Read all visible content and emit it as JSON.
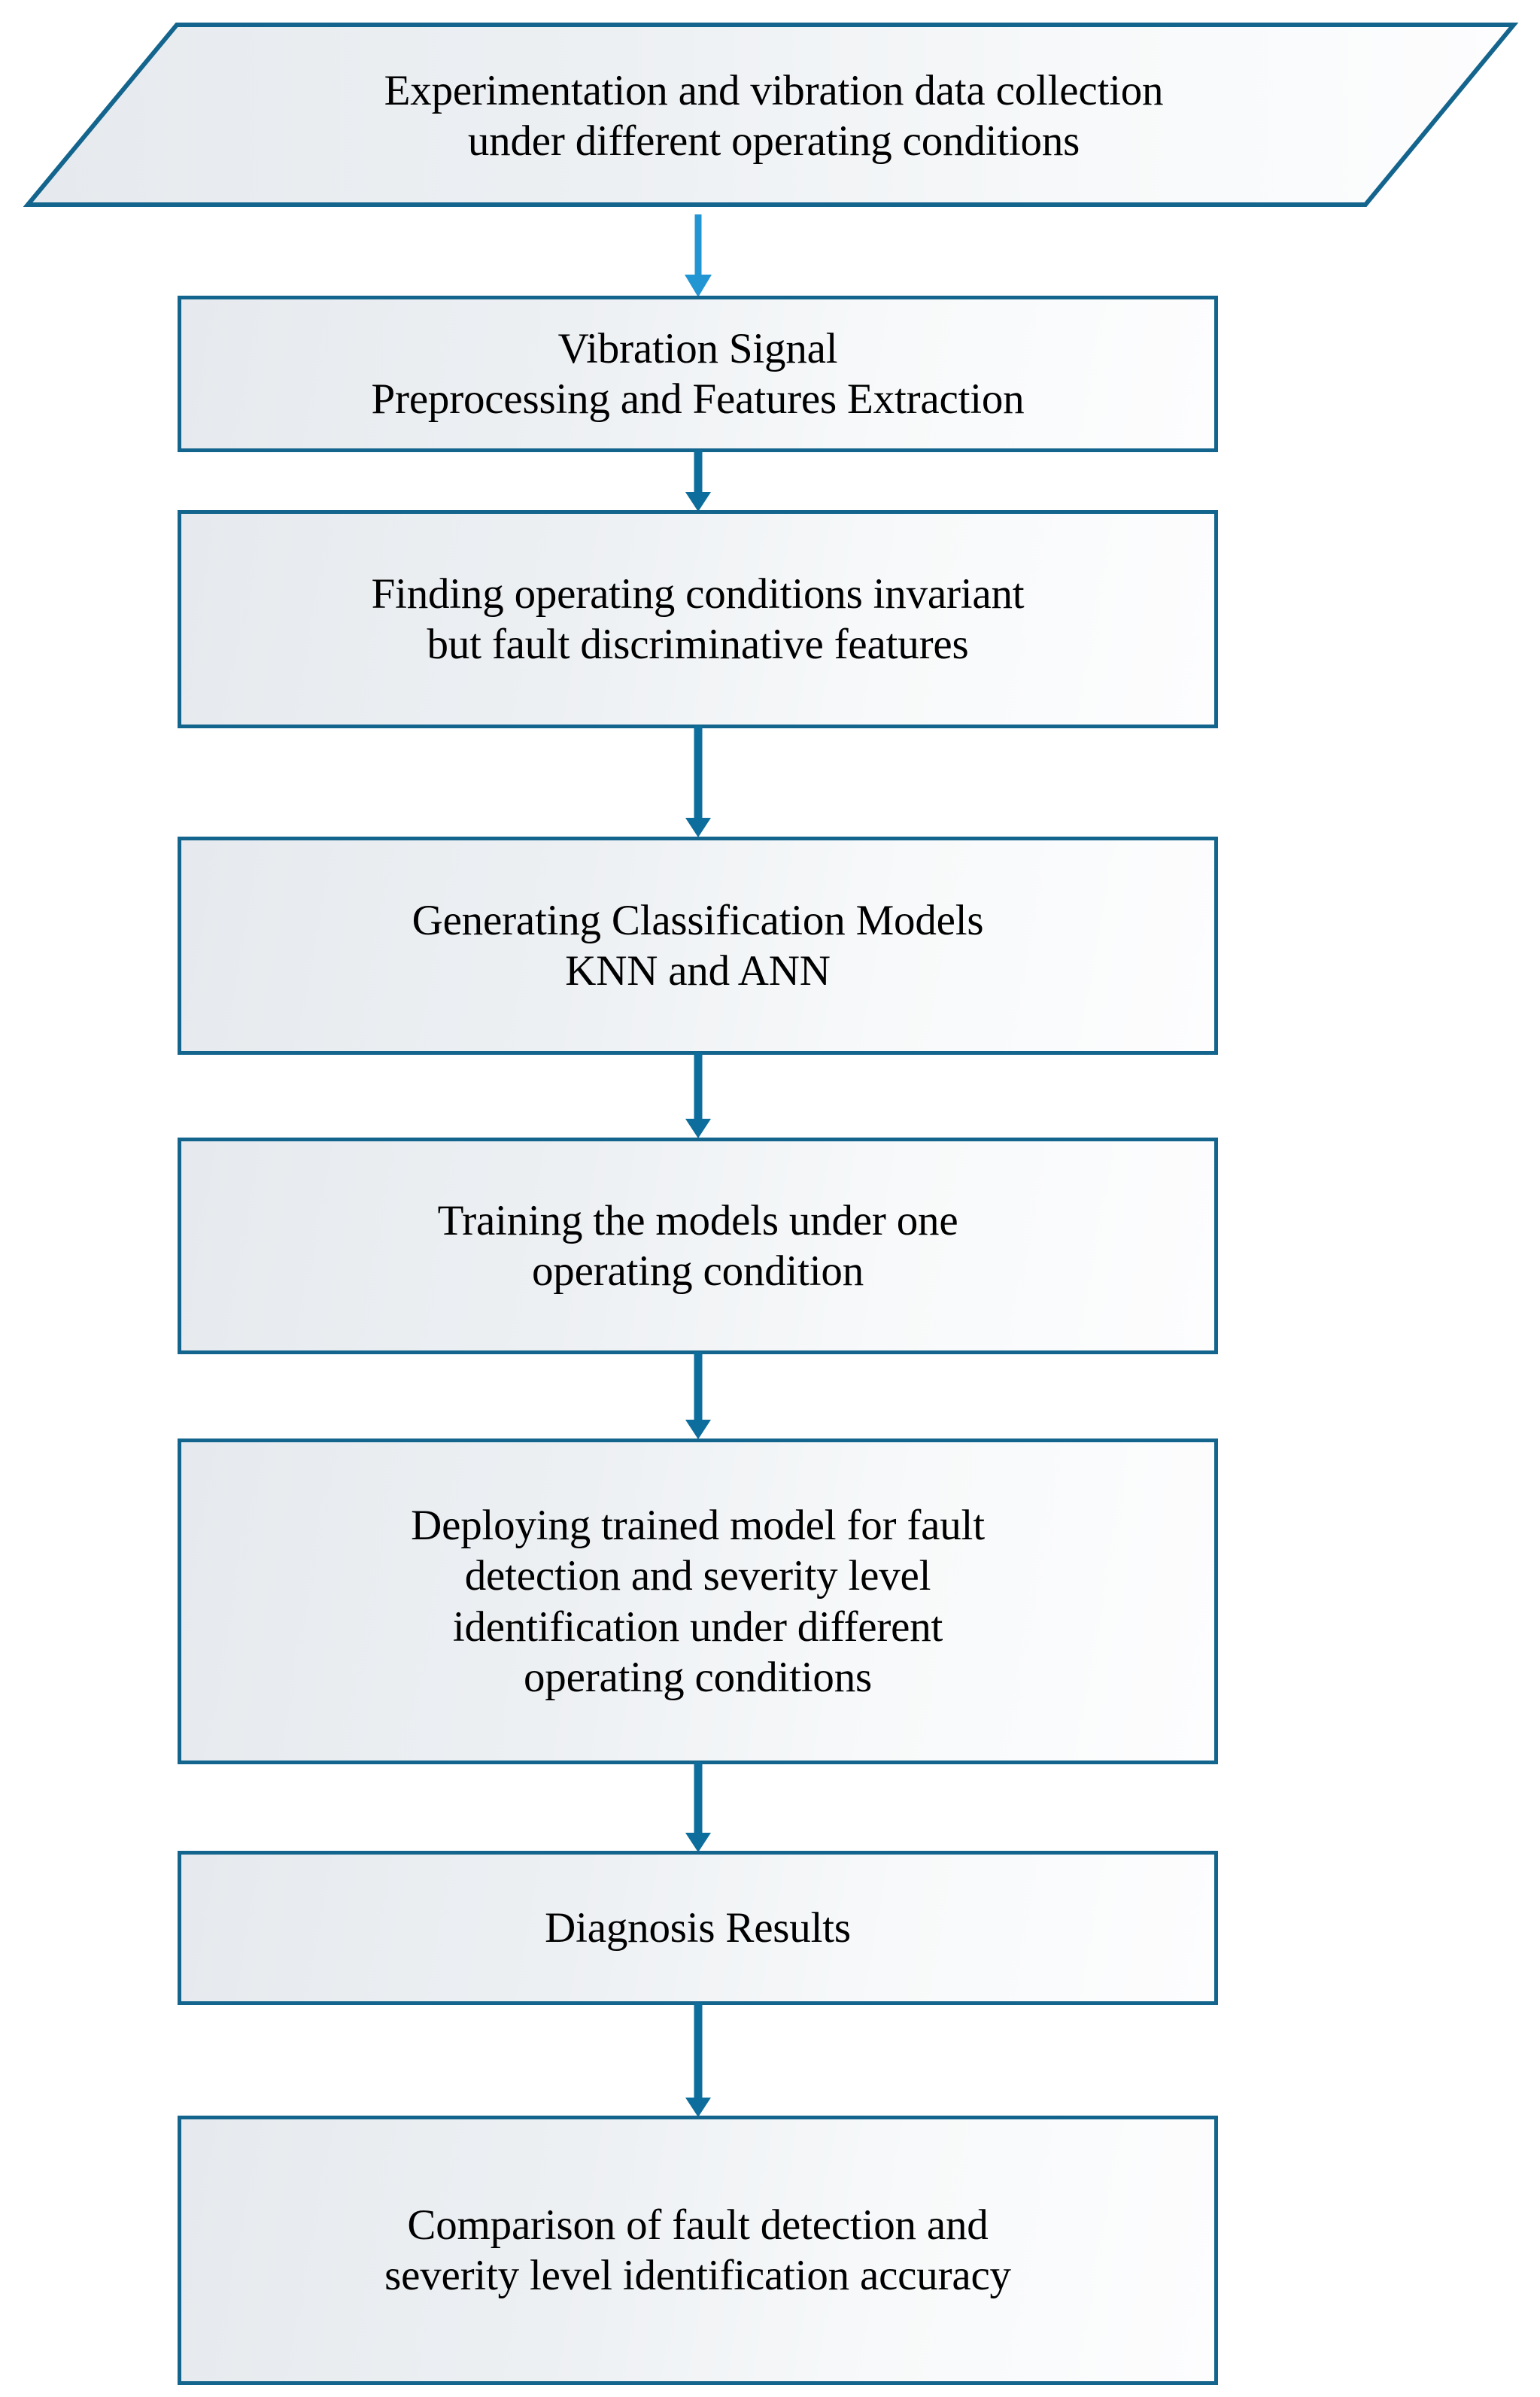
{
  "diagram": {
    "title": "Fault diagnosis methodology flowchart",
    "colors": {
      "box_border": "#14658d",
      "box_fill_light": "#fdfdfe",
      "box_fill_dark": "#e6eaee",
      "arrow_primary": "#0d6d9c",
      "arrow_first": "#2196d3",
      "text": "#000000"
    },
    "nodes": [
      {
        "id": "experimentation",
        "shape": "parallelogram",
        "text": "Experimentation and vibration data collection\nunder different operating conditions",
        "font_size": 57
      },
      {
        "id": "preprocessing",
        "shape": "rectangle",
        "text": "Vibration Signal\nPreprocessing and Features Extraction",
        "font_size": 57
      },
      {
        "id": "feature-selection",
        "shape": "rectangle",
        "text": "Finding operating conditions invariant\nbut fault discriminative features",
        "font_size": 57
      },
      {
        "id": "model-generation",
        "shape": "rectangle",
        "text": "Generating Classification Models\nKNN and ANN",
        "font_size": 57
      },
      {
        "id": "model-training",
        "shape": "rectangle",
        "text": "Training the models under one\noperating condition",
        "font_size": 57
      },
      {
        "id": "model-deployment",
        "shape": "rectangle",
        "text": "Deploying trained model for fault\ndetection and severity level\nidentification under different\noperating conditions",
        "font_size": 57
      },
      {
        "id": "diagnosis-results",
        "shape": "rectangle",
        "text": "Diagnosis  Results",
        "font_size": 57
      },
      {
        "id": "accuracy-comparison",
        "shape": "rectangle",
        "text": "Comparison of fault detection and\nseverity level identification accuracy",
        "font_size": 57
      }
    ],
    "connectors": [
      {
        "id": "conn-1",
        "from": "experimentation",
        "to": "preprocessing"
      },
      {
        "id": "conn-2",
        "from": "preprocessing",
        "to": "feature-selection"
      },
      {
        "id": "conn-3",
        "from": "feature-selection",
        "to": "model-generation"
      },
      {
        "id": "conn-4",
        "from": "model-generation",
        "to": "model-training"
      },
      {
        "id": "conn-5",
        "from": "model-training",
        "to": "model-deployment"
      },
      {
        "id": "conn-6",
        "from": "model-deployment",
        "to": "diagnosis-results"
      },
      {
        "id": "conn-7",
        "from": "diagnosis-results",
        "to": "accuracy-comparison"
      }
    ]
  }
}
